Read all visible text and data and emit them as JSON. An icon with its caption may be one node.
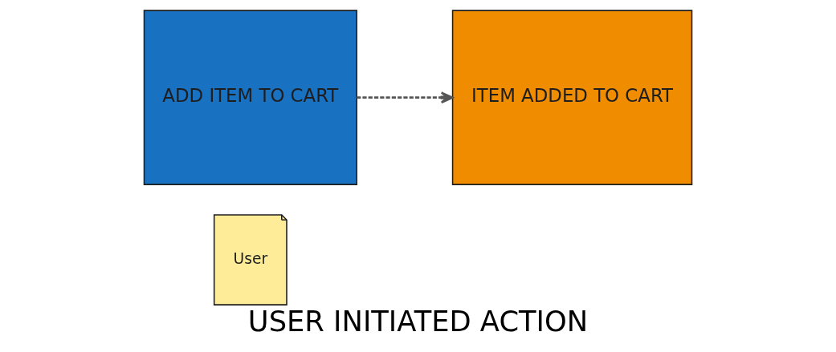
{
  "diagram": {
    "caption": "USER INITIATED ACTION",
    "nodes": [
      {
        "text": [
          "ADD ITEM TO CART"
        ]
      },
      {
        "text": [
          "ITEM ADDED TO CART"
        ]
      },
      {
        "text": [
          "User"
        ]
      }
    ],
    "edges": [
      {
        "from": 0,
        "to": 1,
        "arrow": "to",
        "style": "dashed"
      }
    ]
  }
}
